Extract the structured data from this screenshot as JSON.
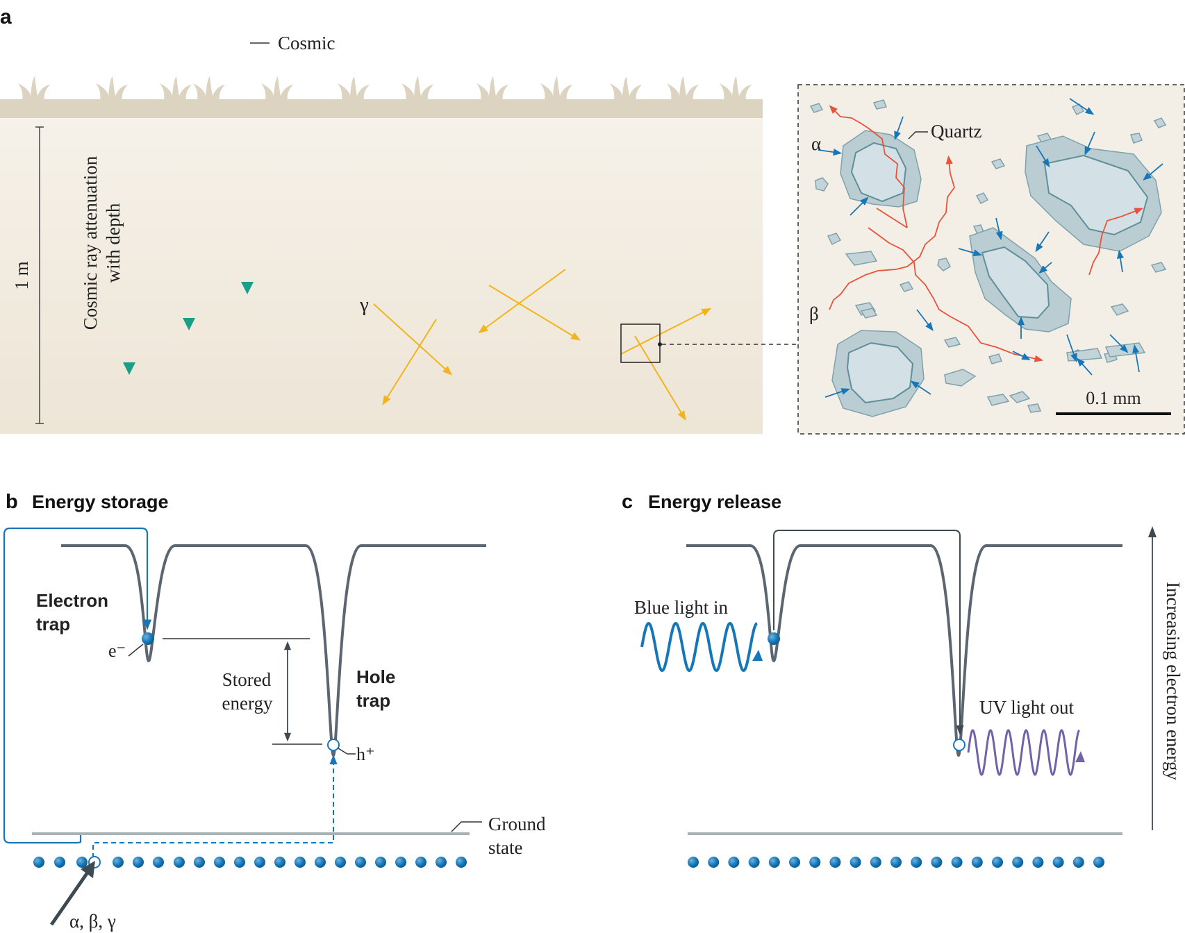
{
  "panel_a": {
    "letter": "a",
    "cosmic_label": "Cosmic",
    "attenuation_label_line1": "Cosmic ray attenuation",
    "attenuation_label_line2": "with depth",
    "depth_label": "1 m",
    "gamma_label": "γ",
    "inset": {
      "quartz_label": "Quartz",
      "alpha_label": "α",
      "beta_label": "β",
      "scale_label": "0.1 mm"
    }
  },
  "panel_b": {
    "letter": "b",
    "title": "Energy storage",
    "electron_trap_line1": "Electron",
    "electron_trap_line2": "trap",
    "electron_symbol": "e⁻",
    "stored_energy_line1": "Stored",
    "stored_energy_line2": "energy",
    "hole_trap_line1": "Hole",
    "hole_trap_line2": "trap",
    "hole_symbol": "h⁺",
    "ground_state_line1": "Ground",
    "ground_state_line2": "state",
    "radiation_label": "α, β, γ"
  },
  "panel_c": {
    "letter": "c",
    "title": "Energy release",
    "blue_light_label": "Blue light in",
    "uv_light_label": "UV light out",
    "axis_label": "Increasing electron energy"
  },
  "colors": {
    "soil": "#f3eee3",
    "surface": "#dcd3c0",
    "cosmic": "#1a9e8a",
    "gamma": "#f2b41c",
    "alpha_beta": "#e8533a",
    "blue": "#1677b8",
    "quartz_outer": "#b9cdd2",
    "quartz_inner": "#d3e1e6",
    "curve": "#5b6670",
    "uv": "#7462a8"
  }
}
